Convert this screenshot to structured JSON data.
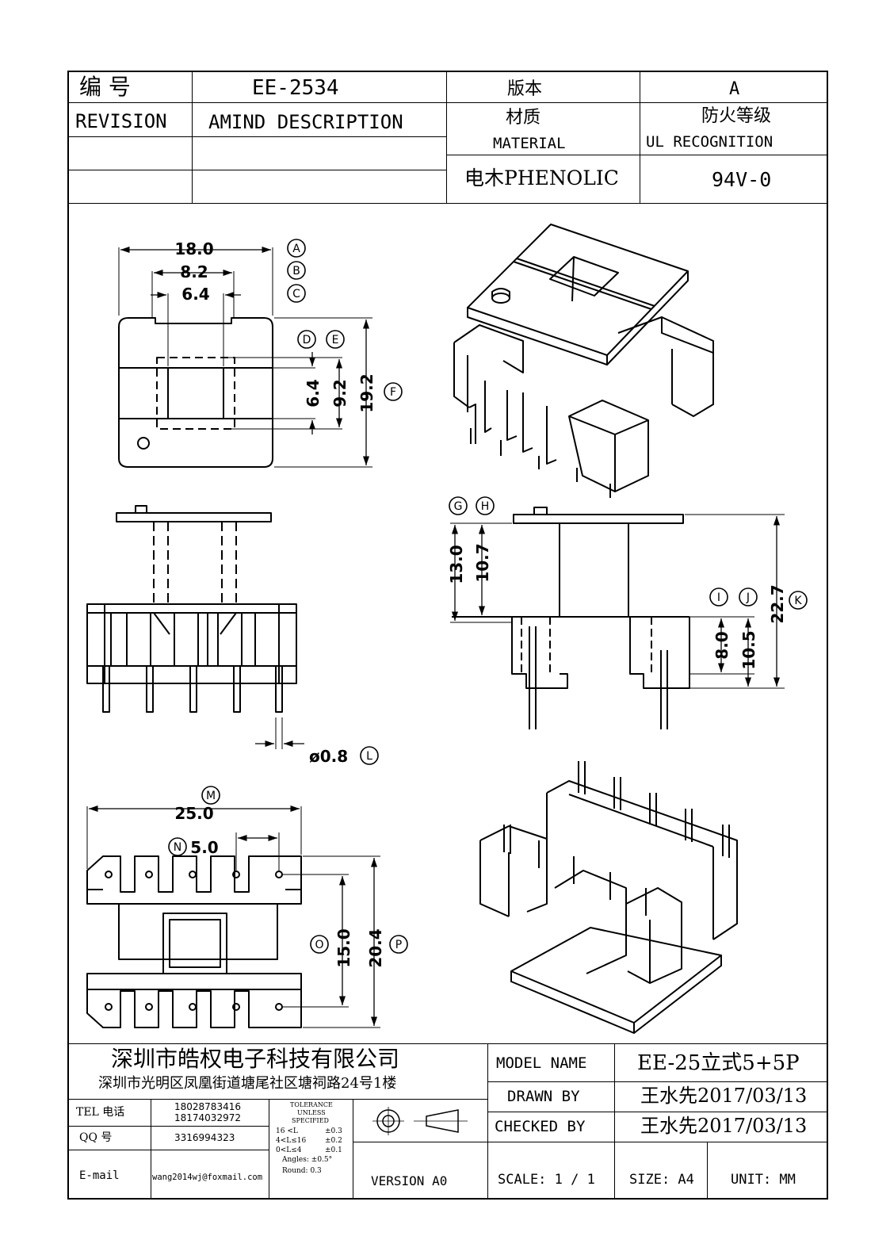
{
  "header": {
    "number_label": "编  号",
    "number_value": "EE-2534",
    "version_label": "版本",
    "version_value": "A",
    "revision_label": "REVISION",
    "amend_label": "AMIND DESCRIPTION",
    "material_label_cn": "材质",
    "material_label_en": "MATERIAL",
    "fire_label_cn": "防火等级",
    "fire_label_en": "UL RECOGNITION",
    "material_value": "电木PHENOLIC",
    "fire_value": "94V-0"
  },
  "dimensions": {
    "d18": "18.0",
    "d82": "8.2",
    "d64": "6.4",
    "d64v": "6.4",
    "d92": "9.2",
    "d192": "19.2",
    "d130": "13.0",
    "d107": "10.7",
    "d80": "8.0",
    "d105": "10.5",
    "d227": "22.7",
    "d08": "ø0.8",
    "d250": "25.0",
    "d50": "5.0",
    "d150": "15.0",
    "d204": "20.4"
  },
  "balloons": {
    "A": "A",
    "B": "B",
    "C": "C",
    "D": "D",
    "E": "E",
    "F": "F",
    "G": "G",
    "H": "H",
    "I": "I",
    "J": "J",
    "K": "K",
    "L": "L",
    "M": "M",
    "N": "N",
    "O": "O",
    "P": "P"
  },
  "footer": {
    "company": "深圳市皓权电子科技有限公司",
    "address": "深圳市光明区凤凰街道塘尾社区塘祠路24号1楼",
    "tel_label": "TEL 电话",
    "tel_1": "18028783416",
    "tel_2": "18174032972",
    "qq_label": "QQ  号",
    "qq_value": "3316994323",
    "email_label": "E-mail",
    "email_value": "wang2014wj@foxmail.com",
    "tol_1": "TOLERANCE",
    "tol_2": "UNLESS",
    "tol_3": "SPECIFIED",
    "tol_4a": "16 <L",
    "tol_4b": "±0.3",
    "tol_5a": "4<L≤16",
    "tol_5b": "±0.2",
    "tol_6a": "0<L≤4",
    "tol_6b": "±0.1",
    "tol_7": "Angles: ±0.5°",
    "tol_8": "Round: 0.3",
    "version": "VERSION A0",
    "model_label": "MODEL NAME",
    "model_value": "EE-25立式5+5P",
    "drawn_label": "DRAWN BY",
    "drawn_value": "王水先2017/03/13",
    "checked_label": "CHECKED BY",
    "checked_value": "王水先2017/03/13",
    "scale_label": "SCALE:  1 / 1",
    "size_label": "SIZE:  A4",
    "unit_label": "UNIT:  MM"
  }
}
